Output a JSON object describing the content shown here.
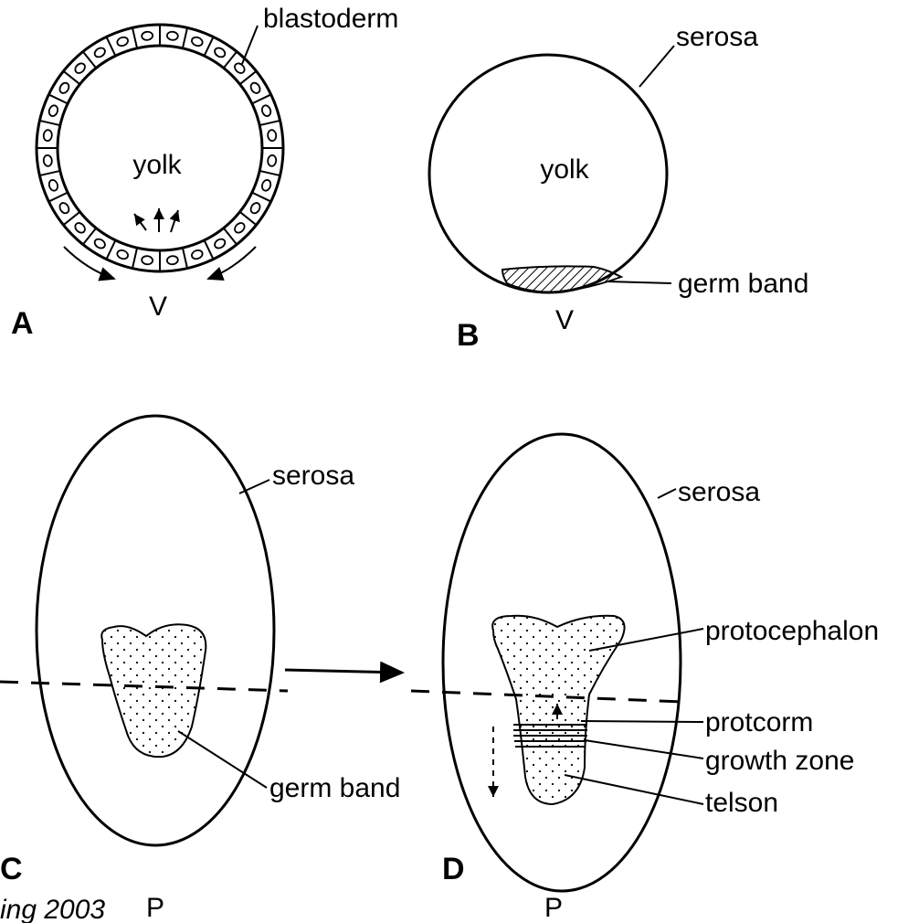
{
  "panels": {
    "A": {
      "letter": "A",
      "yolk": "yolk",
      "blastoderm": "blastoderm",
      "ventral": "V"
    },
    "B": {
      "letter": "B",
      "yolk": "yolk",
      "serosa": "serosa",
      "germ_band": "germ band",
      "ventral": "V"
    },
    "C": {
      "letter": "C",
      "serosa": "serosa",
      "germ_band": "germ band",
      "posterior": "P"
    },
    "D": {
      "letter": "D",
      "serosa": "serosa",
      "protocephalon": "protocephalon",
      "protocorm": "protcorm",
      "growth_zone": "growth zone",
      "telson": "telson",
      "posterior": "P"
    }
  },
  "citation": "ing 2003"
}
